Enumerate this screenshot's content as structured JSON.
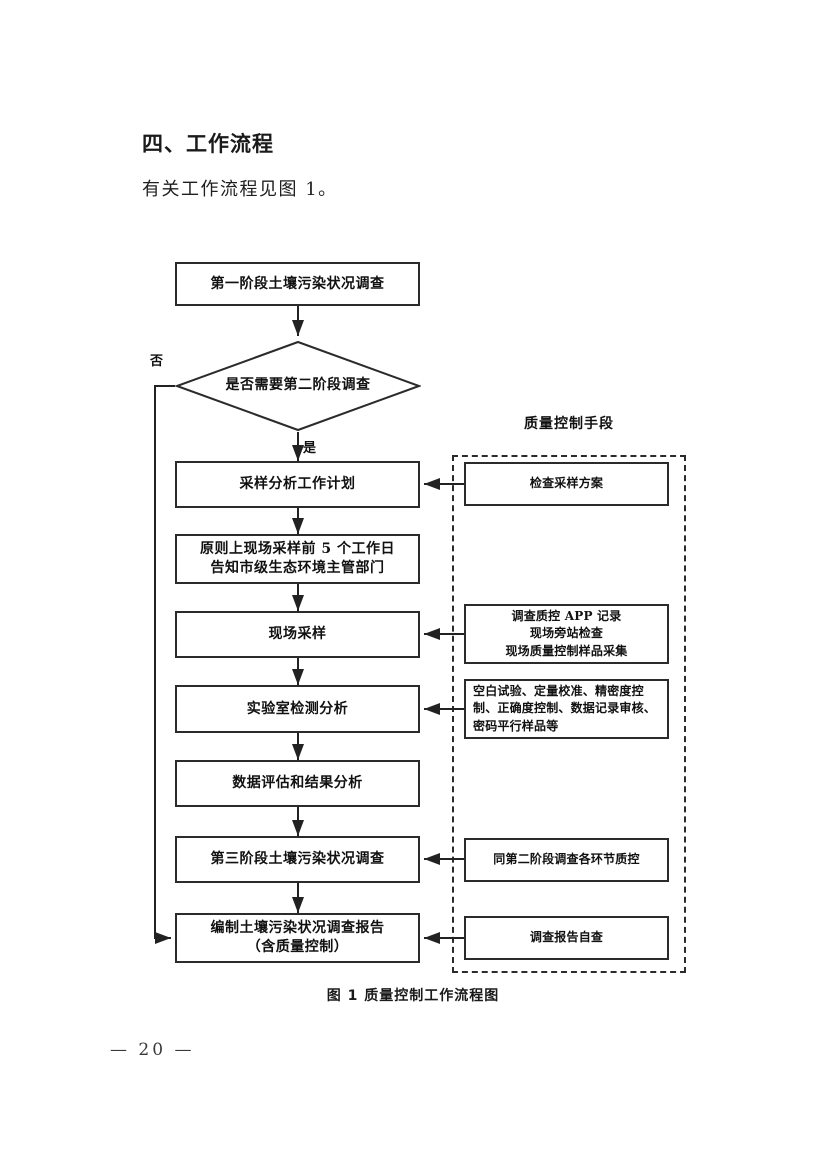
{
  "document": {
    "section_heading": "四、工作流程",
    "intro_text": "有关工作流程见图 1。",
    "figure_caption": "图 1  质量控制工作流程图",
    "page_number": "—  20  —"
  },
  "flowchart": {
    "title": "质量控制工作流程图",
    "qc_panel_title": "质量控制手段",
    "branch_labels": {
      "no": "否",
      "yes": "是"
    },
    "main_nodes": [
      {
        "id": "stage1",
        "type": "process",
        "label": "第一阶段土壤污染状况调查"
      },
      {
        "id": "decision",
        "type": "decision",
        "label": "是否需要第二阶段调查"
      },
      {
        "id": "plan",
        "type": "process",
        "label": "采样分析工作计划"
      },
      {
        "id": "notify",
        "type": "process",
        "label": "原则上现场采样前 5 个工作日\n告知市级生态环境主管部门"
      },
      {
        "id": "sampling",
        "type": "process",
        "label": "现场采样"
      },
      {
        "id": "lab",
        "type": "process",
        "label": "实验室检测分析"
      },
      {
        "id": "evaluate",
        "type": "process",
        "label": "数据评估和结果分析"
      },
      {
        "id": "stage3",
        "type": "process",
        "label": "第三阶段土壤污染状况调查"
      },
      {
        "id": "report",
        "type": "process",
        "label": "编制土壤污染状况调查报告\n（含质量控制）"
      }
    ],
    "qc_nodes": [
      {
        "id": "qc-plan",
        "label": "检查采样方案",
        "targets": "plan"
      },
      {
        "id": "qc-sampling",
        "label": "调查质控 APP 记录\n现场旁站检查\n现场质量控制样品采集",
        "targets": "sampling"
      },
      {
        "id": "qc-lab",
        "label": "空白试验、定量校准、精密度控制、正确度控制、数据记录审核、密码平行样品等",
        "targets": "lab"
      },
      {
        "id": "qc-stage3",
        "label": "同第二阶段调查各环节质控",
        "targets": "stage3"
      },
      {
        "id": "qc-report",
        "label": "调查报告自查",
        "targets": "report"
      }
    ]
  }
}
